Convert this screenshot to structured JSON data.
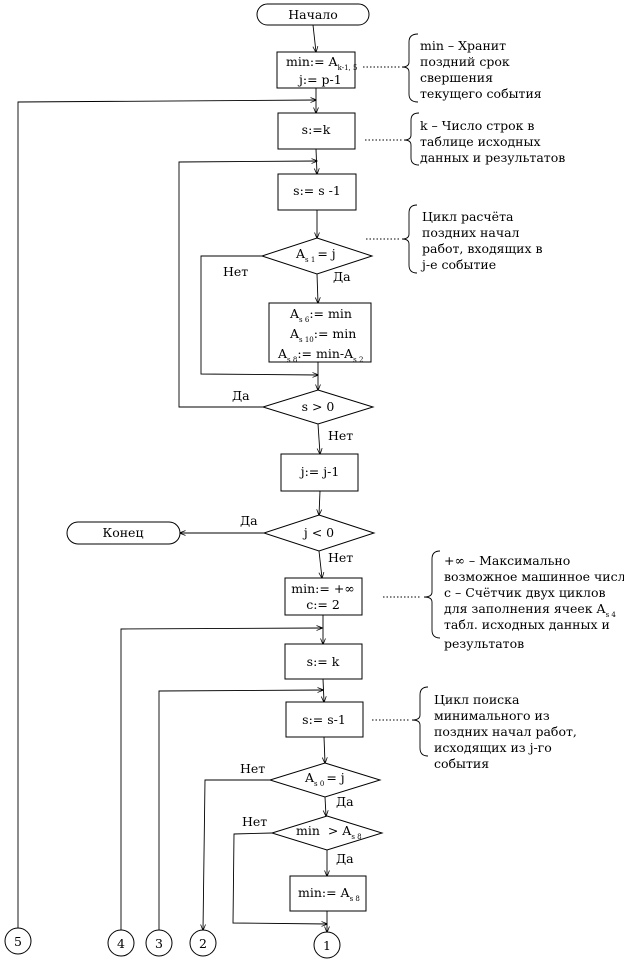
{
  "terminals": {
    "start": "Начало",
    "end": "Конец"
  },
  "blocks": {
    "b1_line1": "min:= A",
    "b1_sub": "k-1, 5",
    "b1_line2": "j:= p-1",
    "b2": "s:=k",
    "b3": "s:= s -1",
    "d1_base": "A",
    "d1_sub": "s 1",
    "d1_rest": "= j",
    "b4_l1_base": "A",
    "b4_l1_sub": "s 6",
    "b4_l1_rest": ":= min",
    "b4_l2_base": "A",
    "b4_l2_sub": "s 10",
    "b4_l2_rest": ":= min",
    "b4_l3_base": "A",
    "b4_l3_sub": "s 8",
    "b4_l3_rest": ":= min-A",
    "b4_l3_sub2": "s 2",
    "d2": "s > 0",
    "b5": "j:= j-1",
    "d3": "j < 0",
    "b6_line1": "min:= +∞",
    "b6_line2": "c:= 2",
    "b7": "s:= k",
    "b8": "s:= s-1",
    "d4_base": "A",
    "d4_sub": "s 0",
    "d4_rest": "= j",
    "d5_pre": "min  > A",
    "d5_sub": "s 8",
    "b9_pre": "min:= A",
    "b9_sub": "s 8"
  },
  "labels": {
    "yes": "Да",
    "no": "Нет"
  },
  "comments": {
    "c1": [
      "min – Хранит",
      "поздний срок",
      "свершения",
      "текущего события"
    ],
    "c2": [
      "k – Число строк в",
      "таблице исходных",
      "данных и результатов"
    ],
    "c3": [
      "Цикл расчёта",
      "поздних начал",
      "работ, входящих в",
      "j-е событие"
    ],
    "c4": [
      "+∞ – Максимально",
      "возможное машинное число",
      "c – Счётчик двух циклов",
      "для заполнения ячеек A",
      "табл. исходных данных и",
      "результатов"
    ],
    "c4_sub": "s 4",
    "c5": [
      "Цикл поиска",
      "минимального из",
      "поздних начал работ,",
      "исходящих из j-го",
      "события"
    ]
  },
  "connectors": [
    "5",
    "4",
    "3",
    "2",
    "1"
  ]
}
